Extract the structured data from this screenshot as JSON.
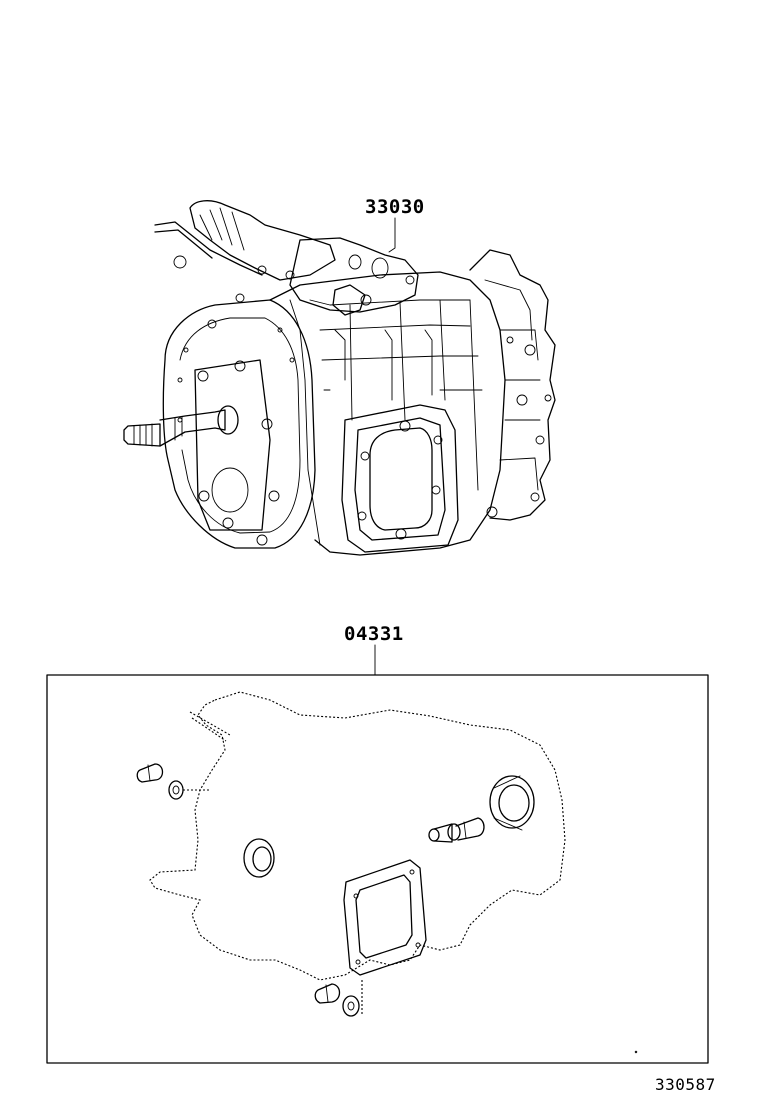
{
  "parts": {
    "transmission_assembly": {
      "part_number": "33030"
    },
    "gasket_kit": {
      "part_number": "04331"
    }
  },
  "diagram_id": "330587"
}
